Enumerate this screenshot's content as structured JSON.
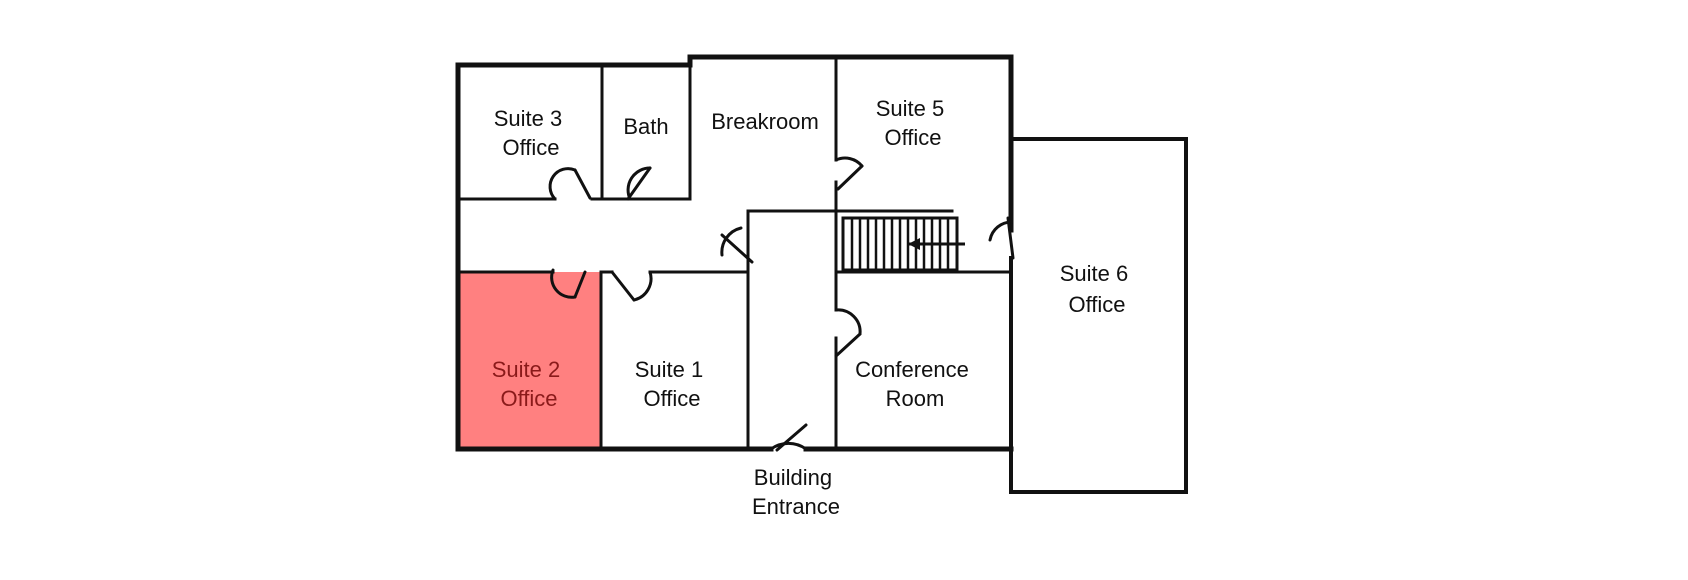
{
  "floorplan": {
    "highlight_color": "#ff8080",
    "highlighted_room": "Suite 2 Office",
    "rooms": {
      "suite3": {
        "line1": "Suite 3",
        "line2": "Office"
      },
      "bath": {
        "line1": "Bath"
      },
      "breakroom": {
        "line1": "Breakroom"
      },
      "suite5": {
        "line1": "Suite 5",
        "line2": "Office"
      },
      "suite6": {
        "line1": "Suite 6",
        "line2": "Office"
      },
      "suite2": {
        "line1": "Suite 2",
        "line2": "Office"
      },
      "suite1": {
        "line1": "Suite 1",
        "line2": "Office"
      },
      "conference": {
        "line1": "Conference",
        "line2": "Room"
      }
    },
    "entrance": {
      "line1": "Building",
      "line2": "Entrance"
    }
  }
}
